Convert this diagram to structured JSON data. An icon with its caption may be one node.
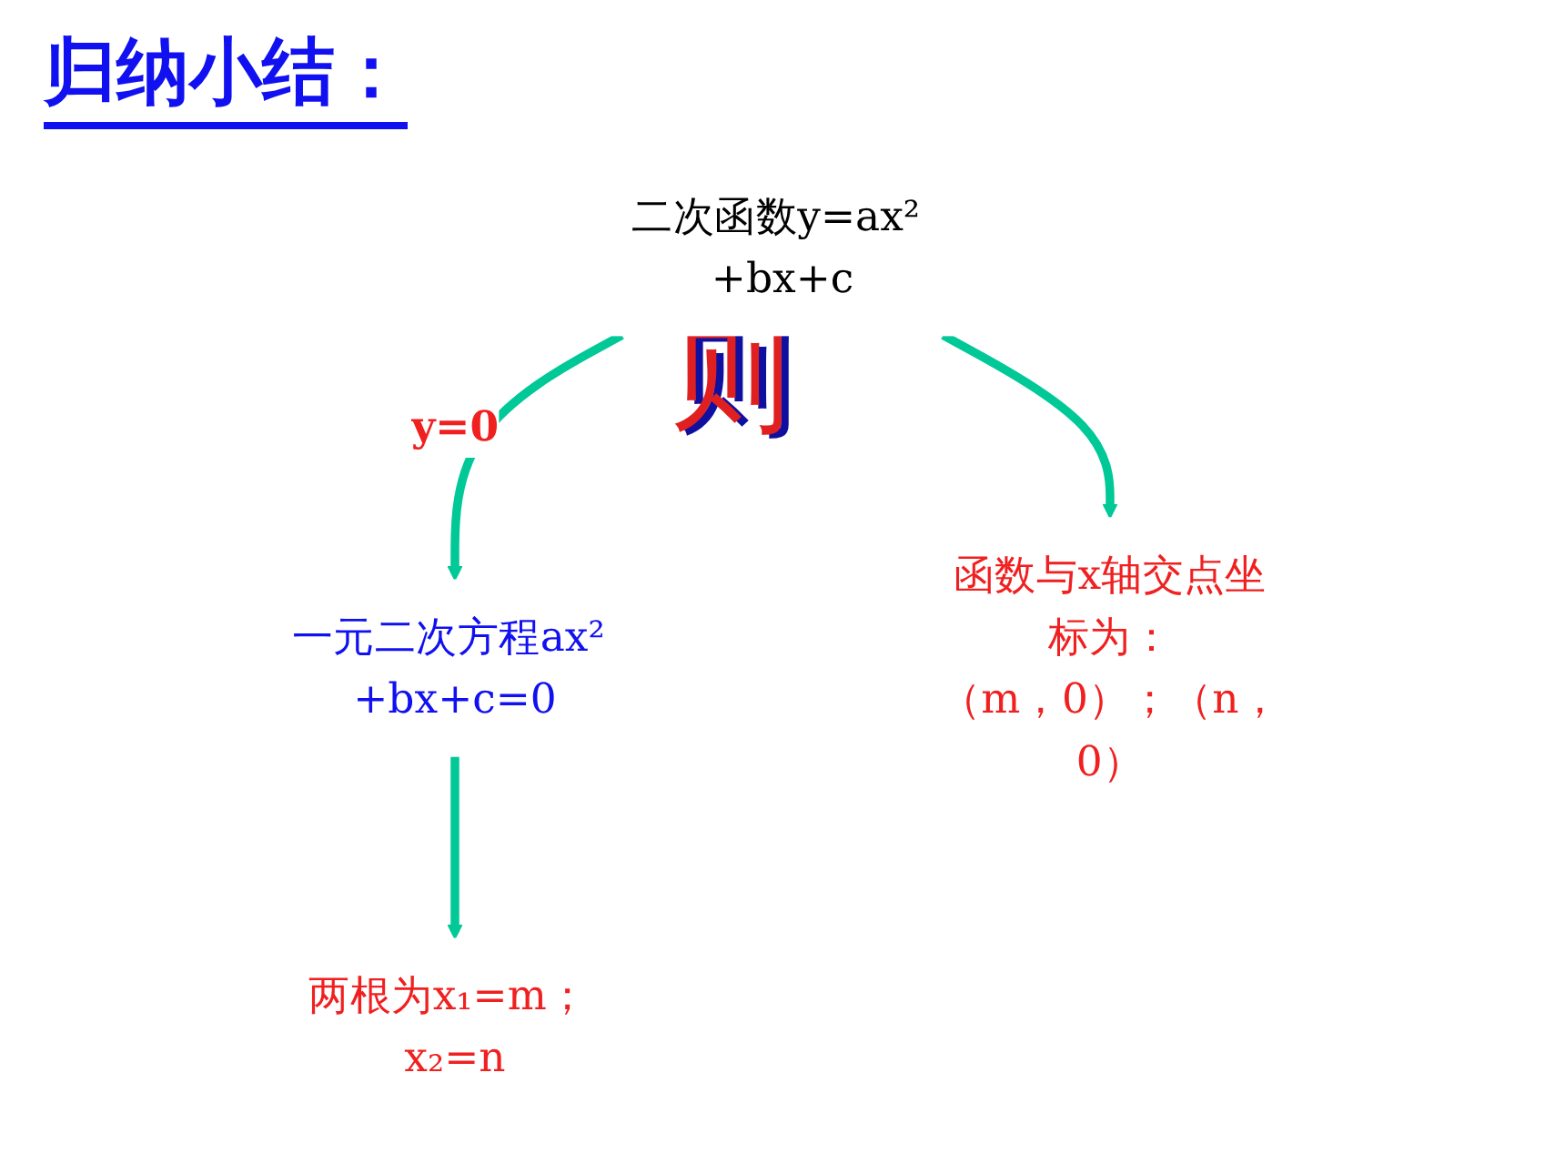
{
  "diagram": {
    "title": "归纳小结：",
    "nodes": [
      {
        "text": [
          "二次函数y=ax² +bx+c"
        ]
      },
      {
        "text": [
          "一元二次方程ax² +bx+c=0"
        ]
      },
      {
        "text": [
          "函数与x轴交点坐标为：",
          "（m，0）；（n，0）"
        ]
      },
      {
        "text": [
          "两根为x₁=m； x₂=n"
        ]
      }
    ],
    "edges": [
      {
        "from": 0,
        "to": 1,
        "arrow": "to",
        "label": "y=0"
      },
      {
        "from": 0,
        "to": 2,
        "arrow": "to"
      },
      {
        "from": 1,
        "to": 3,
        "arrow": "to"
      }
    ],
    "labels": [
      "则"
    ]
  }
}
